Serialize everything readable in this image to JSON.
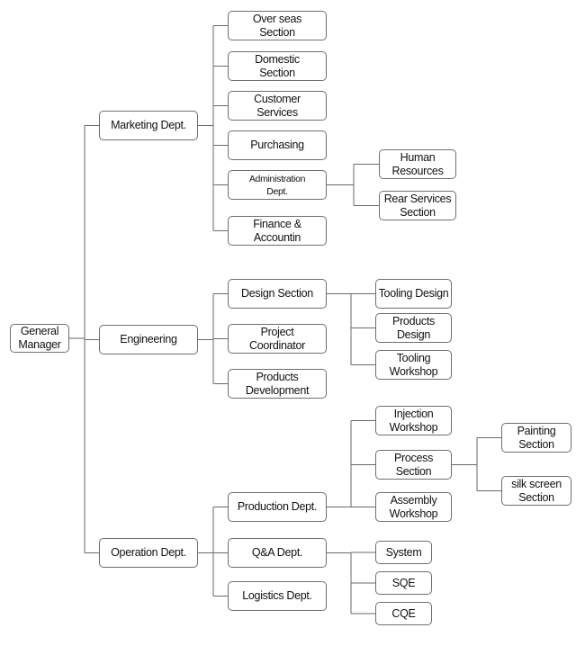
{
  "title": "Organization Chart",
  "root": {
    "id": "gm",
    "label": "General Manager"
  },
  "nodes": [
    {
      "id": "gm",
      "label": "General\nManager",
      "parent": null
    },
    {
      "id": "mkt",
      "label": "Marketing Dept.",
      "parent": "gm"
    },
    {
      "id": "eng",
      "label": "Engineering",
      "parent": "gm"
    },
    {
      "id": "ops",
      "label": "Operation Dept.",
      "parent": "gm"
    },
    {
      "id": "overseas",
      "label": "Over seas\nSection",
      "parent": "mkt"
    },
    {
      "id": "domestic",
      "label": "Domestic\nSection",
      "parent": "mkt"
    },
    {
      "id": "customer",
      "label": "Customer\nServices",
      "parent": "mkt"
    },
    {
      "id": "purchasing",
      "label": "Purchasing",
      "parent": "mkt"
    },
    {
      "id": "admin",
      "label": "Administration\nDept.",
      "parent": "mkt"
    },
    {
      "id": "finance",
      "label": "Finance &\nAccountin",
      "parent": "mkt"
    },
    {
      "id": "hr",
      "label": "Human\nResources",
      "parent": "admin"
    },
    {
      "id": "rear",
      "label": "Rear Services\nSection",
      "parent": "admin"
    },
    {
      "id": "design",
      "label": "Design  Section",
      "parent": "eng"
    },
    {
      "id": "projcoord",
      "label": "Project\nCoordinator",
      "parent": "eng"
    },
    {
      "id": "proddev",
      "label": "Products\nDevelopment",
      "parent": "eng"
    },
    {
      "id": "tooldesign",
      "label": "Tooling  Design",
      "parent": "design"
    },
    {
      "id": "proddesign",
      "label": "Products\nDesign",
      "parent": "design"
    },
    {
      "id": "toolwork",
      "label": "Tooling\nWorkshop",
      "parent": "design"
    },
    {
      "id": "production",
      "label": "Production  Dept.",
      "parent": "ops"
    },
    {
      "id": "qa",
      "label": "Q&A Dept.",
      "parent": "ops"
    },
    {
      "id": "logistics",
      "label": "Logistics  Dept.",
      "parent": "ops"
    },
    {
      "id": "injection",
      "label": "Injection\nWorkshop",
      "parent": "production"
    },
    {
      "id": "process",
      "label": "Process\nSection",
      "parent": "production"
    },
    {
      "id": "assembly",
      "label": "Assembly\nWorkshop",
      "parent": "production"
    },
    {
      "id": "painting",
      "label": "Painting\nSection",
      "parent": "process"
    },
    {
      "id": "silk",
      "label": "silk screen\nSection",
      "parent": "process"
    },
    {
      "id": "system",
      "label": "System",
      "parent": "qa"
    },
    {
      "id": "sqe",
      "label": "SQE",
      "parent": "qa"
    },
    {
      "id": "cqe",
      "label": "CQE",
      "parent": "qa"
    }
  ]
}
